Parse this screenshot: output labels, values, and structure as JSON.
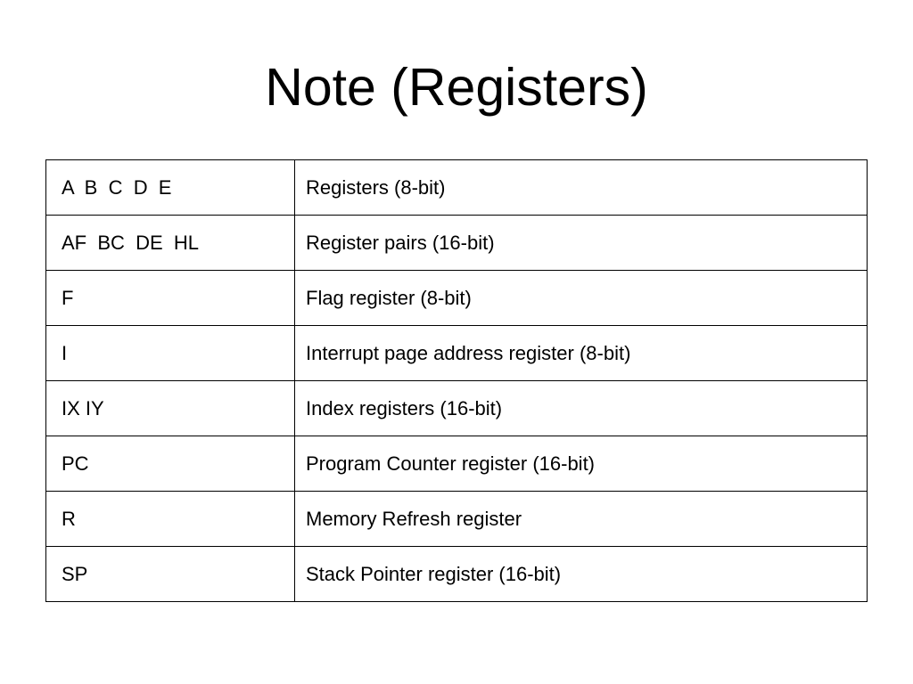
{
  "slide": {
    "title": "Note (Registers)"
  },
  "table": {
    "rows": [
      {
        "register": "A  B  C  D  E",
        "description": "Registers (8-bit)"
      },
      {
        "register": "AF  BC  DE  HL",
        "description": "Register pairs (16-bit)"
      },
      {
        "register": "F",
        "description": "Flag register (8-bit)"
      },
      {
        "register": "I",
        "description": "Interrupt page address register (8-bit)"
      },
      {
        "register": "IX IY",
        "description": "Index registers (16-bit)"
      },
      {
        "register": "PC",
        "description": "Program Counter register (16-bit)"
      },
      {
        "register": "R",
        "description": "Memory Refresh register"
      },
      {
        "register": "SP",
        "description": "Stack Pointer register (16-bit)"
      }
    ]
  }
}
